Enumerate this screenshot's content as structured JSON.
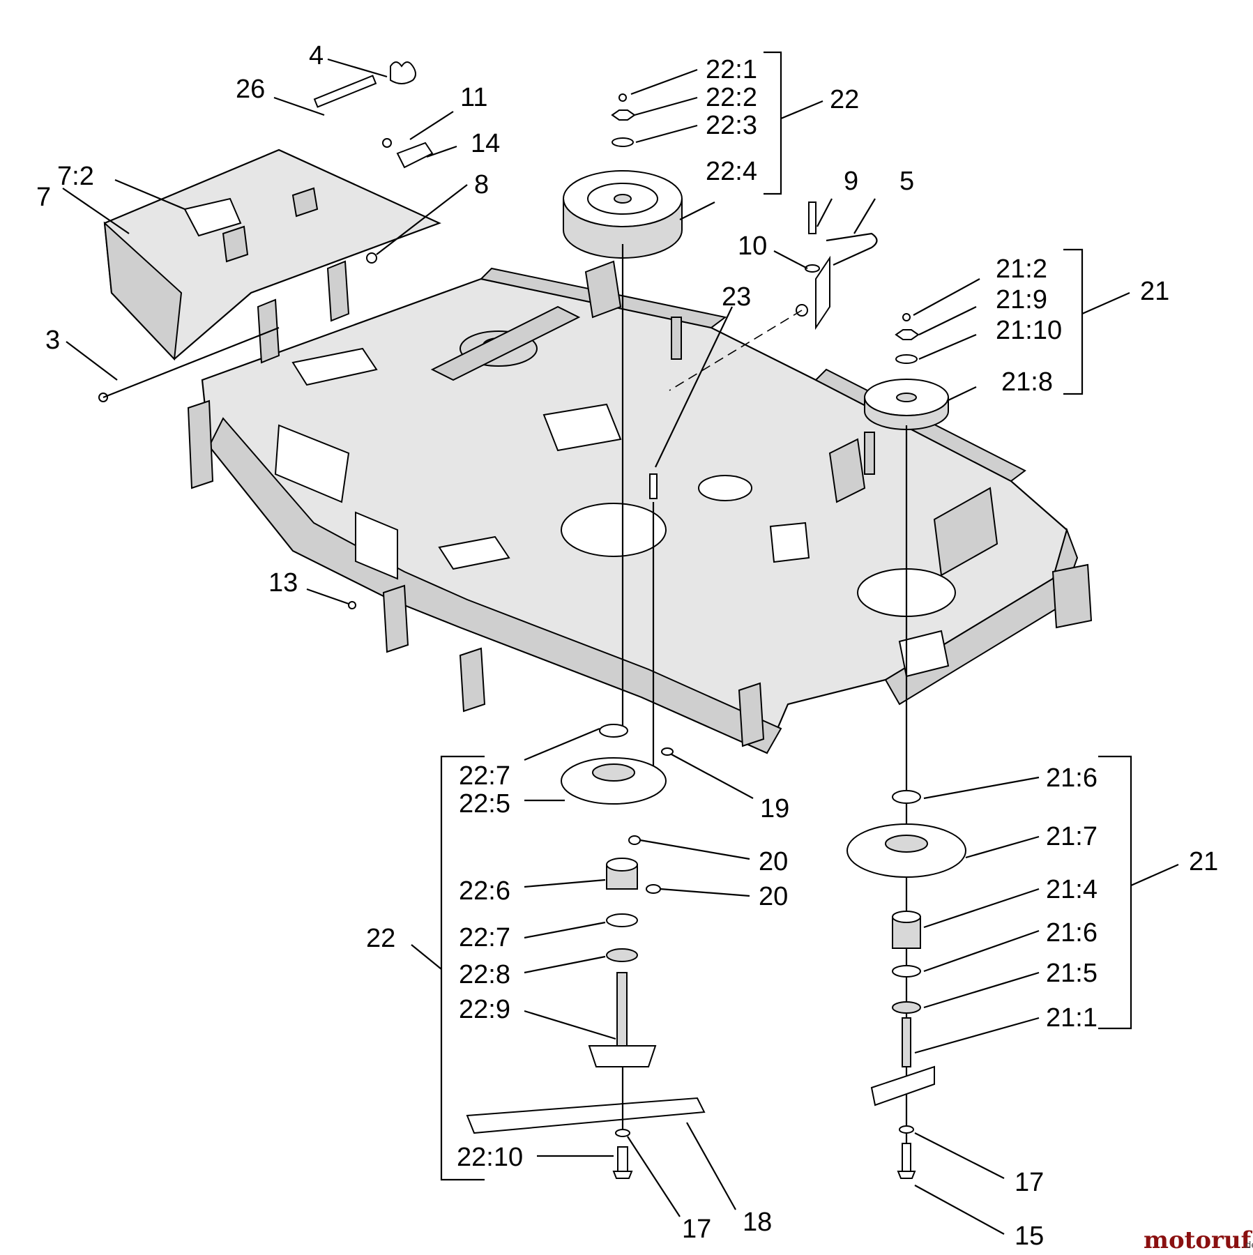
{
  "callouts": {
    "c4": "4",
    "c26": "26",
    "c11": "11",
    "c14": "14",
    "c7_2": "7:2",
    "c7": "7",
    "c8": "8",
    "c3": "3",
    "c13": "13",
    "c22_1": "22:1",
    "c22_2": "22:2",
    "c22_3": "22:3",
    "c22_4": "22:4",
    "c22_top": "22",
    "c9": "9",
    "c5": "5",
    "c10": "10",
    "c23": "23",
    "c21_2": "21:2",
    "c21_9": "21:9",
    "c21_10": "21:10",
    "c21_8": "21:8",
    "c21_top": "21",
    "c22_7a": "22:7",
    "c22_5": "22:5",
    "c19": "19",
    "c20a": "20",
    "c20b": "20",
    "c22_6": "22:6",
    "c22_7b": "22:7",
    "c22_8": "22:8",
    "c22_9": "22:9",
    "c22_left": "22",
    "c22_10": "22:10",
    "c17a": "17",
    "c18": "18",
    "c21_6a": "21:6",
    "c21_7": "21:7",
    "c21_right": "21",
    "c21_4": "21:4",
    "c21_6b": "21:6",
    "c21_5": "21:5",
    "c21_1": "21:1",
    "c17b": "17",
    "c15": "15"
  },
  "watermark": {
    "brand": "motoruf",
    "tld": ".de"
  },
  "colors": {
    "line": "#000000",
    "background": "#ffffff",
    "watermark": "#8a1010"
  }
}
